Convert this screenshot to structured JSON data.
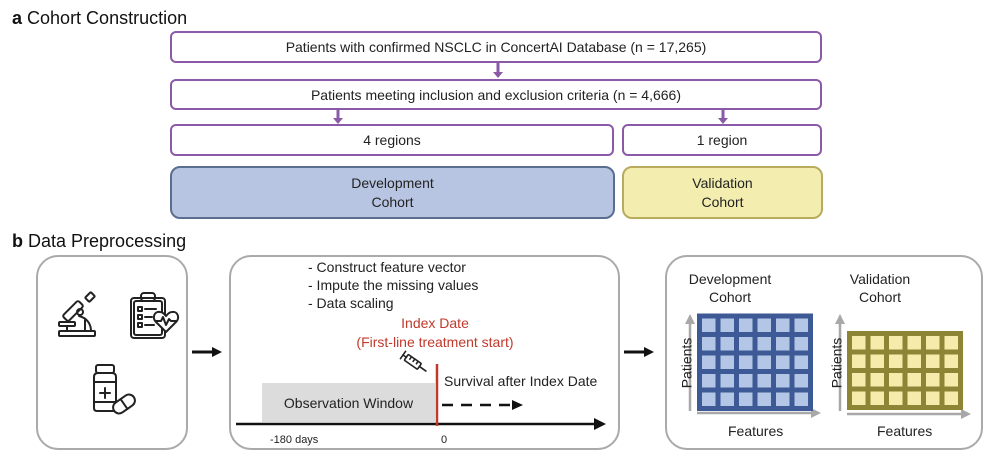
{
  "section_a": {
    "letter": "a",
    "title": "Cohort Construction",
    "boxes": {
      "all_patients": "Patients with confirmed NSCLC in ConcertAI Database (n = 17,265)",
      "criteria": "Patients meeting inclusion and exclusion criteria (n = 4,666)",
      "dev_regions": "4 regions",
      "val_regions": "1 region"
    },
    "development_cohort": [
      "Development",
      "Cohort"
    ],
    "validation_cohort": [
      "Validation",
      "Cohort"
    ],
    "colors": {
      "flow_border": "#8a5aa8",
      "development_fill": "#b8c5e2",
      "validation_fill": "#f3eeb0"
    }
  },
  "section_b": {
    "letter": "b",
    "title": "Data Preprocessing",
    "sources_panel": {
      "icons": [
        "microscope-icon",
        "clipboard-heart-icon",
        "medicine-bottle-pill-icon"
      ]
    },
    "processing_panel": {
      "steps": [
        "- Construct feature vector",
        "- Impute the missing values",
        "- Data scaling"
      ],
      "index_date_title": "Index Date",
      "index_date_subtitle": "(First-line treatment start)",
      "survival_label": "Survival after Index Date",
      "observation_label": "Observation Window",
      "timeline_start_label": "-180 days",
      "timeline_zero_label": "0",
      "index_color": "#c0392b"
    },
    "matrices_panel": {
      "development": {
        "title": [
          "Development",
          "Cohort"
        ],
        "y_label": "Patients",
        "x_label": "Features",
        "rows": 5,
        "cols": 6,
        "border_color": "#3d5a96",
        "cell_color": "#b3c6e6"
      },
      "validation": {
        "title": [
          "Validation",
          "Cohort"
        ],
        "y_label": "Patients",
        "x_label": "Features",
        "rows": 4,
        "cols": 6,
        "border_color": "#8e8436",
        "cell_color": "#f5ecab"
      }
    }
  }
}
